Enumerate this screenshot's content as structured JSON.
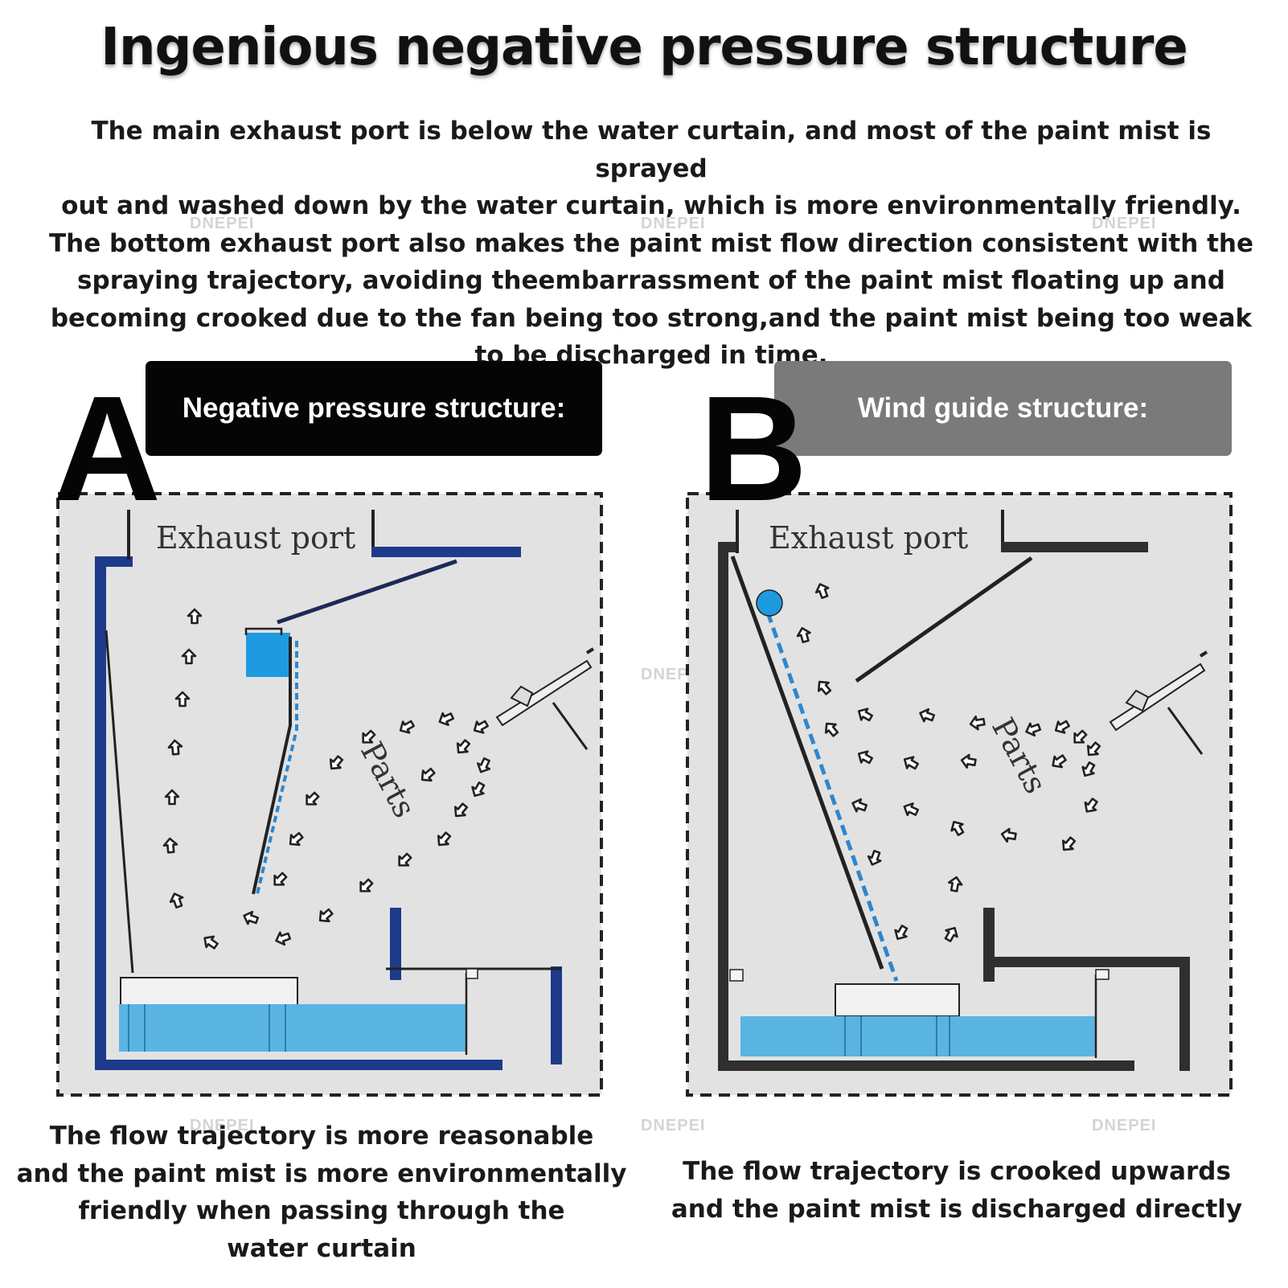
{
  "title": "Ingenious negative pressure structure",
  "intro_lines": [
    "The main exhaust port is below the water curtain, and most of the paint mist is sprayed",
    "out and washed down by the water curtain, which is more environmentally friendly.",
    "The bottom exhaust port also makes the paint mist flow direction consistent with the",
    "spraying trajectory, avoiding theembarrassment of the paint mist floating up and",
    "becoming crooked due to the fan being too strong,and the paint mist being too weak",
    "to be discharged in time."
  ],
  "watermark": "DNEPEI",
  "panel_a": {
    "letter": "A",
    "header": "Negative pressure structure:",
    "header_color": "#050505",
    "exhaust_label": "Exhaust port",
    "parts_label": "Parts",
    "structure_color": "#1e3a8a",
    "caption_lines": [
      "The flow trajectory is more reasonable",
      "and the paint mist is more environmentally",
      "friendly when passing through the",
      "water curtain"
    ]
  },
  "panel_b": {
    "letter": "B",
    "header": "Wind guide structure:",
    "header_color": "#7a7a7a",
    "exhaust_label": "Exhaust port",
    "parts_label": "Parts",
    "structure_color": "#2f2f2f",
    "caption_lines": [
      "The flow trajectory is crooked upwards",
      "and the paint mist is discharged directly"
    ]
  },
  "colors": {
    "water": "#5ab4e2",
    "water_curtain": "#2f86cc",
    "diagram_bg": "#e2e2e2"
  }
}
